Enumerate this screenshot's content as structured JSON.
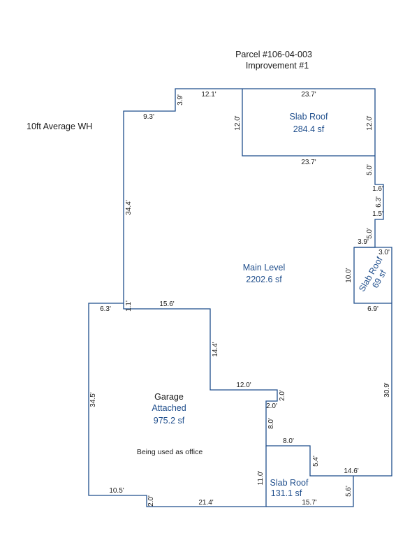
{
  "header": {
    "parcel": "Parcel #106-04-003",
    "improvement": "Improvement #1"
  },
  "note_wall_height": "10ft Average WH",
  "areas": {
    "slab_roof_top": {
      "name": "Slab Roof",
      "area": "284.4 sf"
    },
    "main_level": {
      "name": "Main Level",
      "area": "2202.6 sf"
    },
    "slab_roof_small": {
      "name": "Slab Roof",
      "area": "69 sf"
    },
    "garage": {
      "name": "Garage",
      "subname": "Attached",
      "area": "975.2 sf",
      "note": "Being used as office"
    },
    "slab_roof_bottom": {
      "name": "Slab Roof",
      "area": "131.1 sf"
    }
  },
  "dimensions": {
    "d_12_1": "12.1'",
    "d_23_7_top": "23.7'",
    "d_3_9_top": "3.9'",
    "d_9_3": "9.3'",
    "d_12_0_left": "12.0'",
    "d_12_0_right": "12.0'",
    "d_23_7_bottom": "23.7'",
    "d_5_0_a": "5.0'",
    "d_1_6": "1.6'",
    "d_6_3": "6.3'",
    "d_1_5": "1.5'",
    "d_5_0_b": "5.0'",
    "d_3_9_mid": "3.9'",
    "d_3_0": "3.0'",
    "d_10_0": "10.0'",
    "d_6_9": "6.9'",
    "d_34_4": "34.4'",
    "d_6_3_left": "6.3'",
    "d_1_1": "1.1'",
    "d_15_6": "15.6'",
    "d_14_4": "14.4'",
    "d_12_0_mid": "12.0'",
    "d_2_0_a": "2.0'",
    "d_2_0_b": "2.0'",
    "d_8_0_v": "8.0'",
    "d_8_0_h": "8.0'",
    "d_30_9": "30.9'",
    "d_5_4": "5.4'",
    "d_14_6": "14.6'",
    "d_34_5": "34.5'",
    "d_11_0": "11.0'",
    "d_5_6": "5.6'",
    "d_10_5": "10.5'",
    "d_2_0_c": "2.0'",
    "d_21_4": "21.4'",
    "d_15_7": "15.7'"
  }
}
